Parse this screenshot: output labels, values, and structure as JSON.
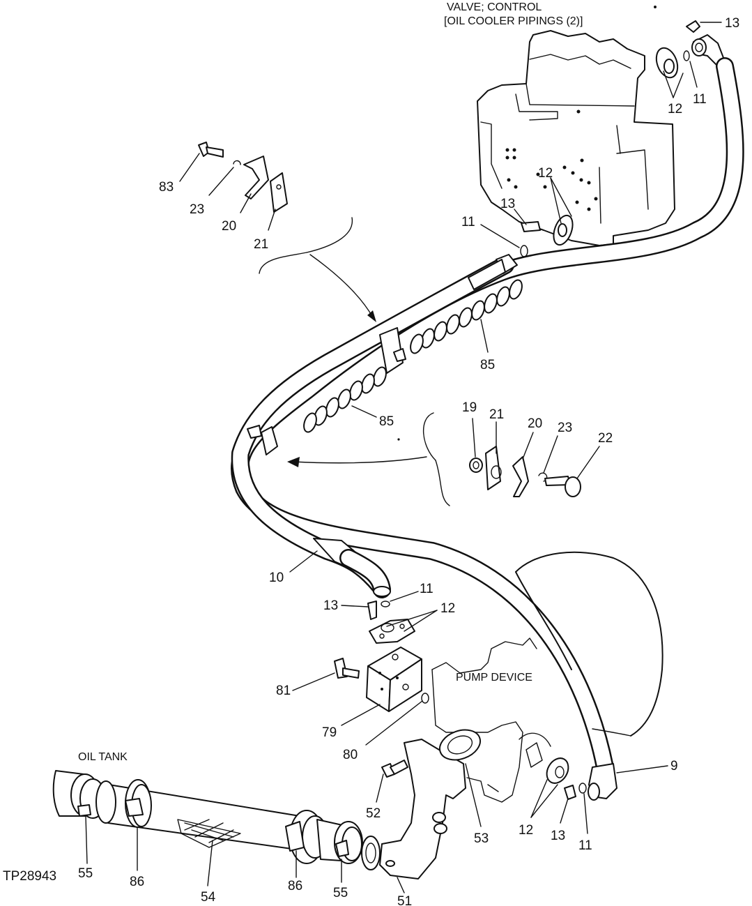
{
  "title": {
    "line1": "VALVE; CONTROL",
    "line2": "[OIL COOLER PIPINGS (2)]"
  },
  "labels": {
    "oil_tank": "OIL TANK",
    "pump_device": "PUMP DEVICE",
    "figure_id": "TP28943"
  },
  "callouts": {
    "c13_top": "13",
    "c12_top": "12",
    "c11_top": "11",
    "c12_valve": "12",
    "c13_valve": "13",
    "c11_valve": "11",
    "c83": "83",
    "c23_a": "23",
    "c20_a": "20",
    "c21_a": "21",
    "c85_upper": "85",
    "c85_lower": "85",
    "c19": "19",
    "c21_b": "21",
    "c20_b": "20",
    "c23_b": "23",
    "c22": "22",
    "c10": "10",
    "c11_mid": "11",
    "c13_mid": "13",
    "c12_mid": "12",
    "c81": "81",
    "c79": "79",
    "c80": "80",
    "c9": "9",
    "c52": "52",
    "c53": "53",
    "c12_pump": "12",
    "c13_pump": "13",
    "c11_pump": "11",
    "c55_left": "55",
    "c86_left": "86",
    "c54": "54",
    "c86_right": "86",
    "c55_right": "55",
    "c51": "51"
  }
}
